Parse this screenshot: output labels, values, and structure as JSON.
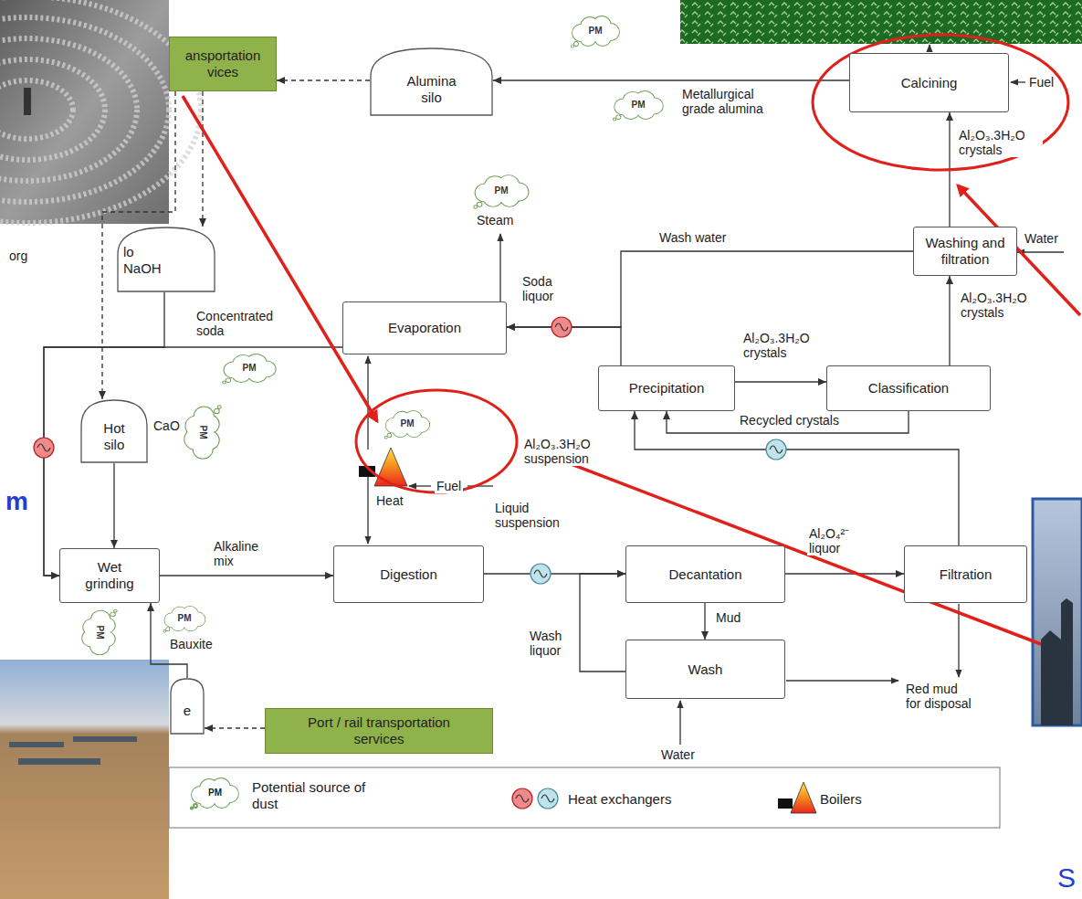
{
  "diagram": {
    "nodes": [
      {
        "text": [
          "ansportation vices"
        ]
      },
      {
        "text": [
          "PM"
        ]
      },
      {
        "text": [
          "Alumina silo"
        ]
      },
      {
        "text": [
          "PM"
        ]
      },
      {
        "text": [
          "Calcining"
        ]
      },
      {
        "text": [
          "lo NaOH"
        ]
      },
      {
        "text": [
          "PM"
        ]
      },
      {
        "text": [
          "Evaporation"
        ]
      },
      {
        "text": [
          "Washing and filtration"
        ]
      },
      {
        "text": [
          "PM"
        ]
      },
      {
        "text": [
          "Precipitation"
        ]
      },
      {
        "text": [
          "Classification"
        ]
      },
      {
        "text": [
          "Hot silo"
        ]
      },
      {
        "text": [
          "PM"
        ]
      },
      {
        "text": [
          "PM"
        ]
      },
      {
        "text": [
          "Wet grinding"
        ]
      },
      {
        "text": [
          "Digestion"
        ]
      },
      {
        "text": [
          "Decantation"
        ]
      },
      {
        "text": [
          "Filtration"
        ]
      },
      {
        "text": [
          "PM"
        ]
      },
      {
        "text": [
          "PM"
        ]
      },
      {
        "text": [
          "Wash"
        ]
      },
      {
        "text": [
          "e"
        ]
      },
      {
        "text": [
          "Port / rail transportation services"
        ]
      }
    ],
    "edges": [
      {
        "from": 2,
        "to": 0,
        "arrow": "to"
      },
      {
        "from": 0,
        "to": 5,
        "arrow": "to"
      },
      {
        "from": 0,
        "to": 12,
        "arrow": "to"
      },
      {
        "from": 4,
        "to": 2,
        "label": "Metallurgical grade alumina",
        "arrow": "to"
      },
      {
        "from": 8,
        "to": 4,
        "label": "Al₂O₃.3H₂O crystals",
        "arrow": "to"
      },
      {
        "from": 11,
        "to": 8,
        "label": "Al₂O₃.3H₂O crystals",
        "arrow": "to"
      },
      {
        "from": 10,
        "to": 11,
        "label": "Al₂O₃.3H₂O crystals",
        "arrow": "to"
      },
      {
        "from": 11,
        "to": 10,
        "label": "Recycled crystals",
        "arrow": "to"
      },
      {
        "from": 18,
        "to": 10,
        "label": "Al₂O₃.3H₂O suspension",
        "arrow": "to"
      },
      {
        "from": 8,
        "to": 7,
        "label": "Wash water",
        "arrow": "to"
      },
      {
        "from": 10,
        "to": 7,
        "label": "Soda liquor",
        "arrow": "to"
      },
      {
        "from": 7,
        "to": 15,
        "label": "Concentrated soda",
        "arrow": "to"
      },
      {
        "from": 5,
        "to": 15,
        "arrow": "to"
      },
      {
        "from": 12,
        "to": 15,
        "label": "CaO",
        "arrow": "to"
      },
      {
        "from": 22,
        "to": 15,
        "label": "Bauxite",
        "arrow": "to"
      },
      {
        "from": 23,
        "to": 22,
        "arrow": "to"
      },
      {
        "from": 15,
        "to": 16,
        "label": "Alkaline mix",
        "arrow": "to"
      },
      {
        "from": 16,
        "to": 17,
        "label": "Liquid suspension",
        "arrow": "to"
      },
      {
        "from": 17,
        "to": 18,
        "label": "Al₂O₄²⁻ liquor",
        "arrow": "to"
      },
      {
        "from": 17,
        "to": 21,
        "label": "Mud",
        "arrow": "to"
      },
      {
        "from": 21,
        "to": 17,
        "label": "Wash liquor",
        "arrow": "to"
      }
    ],
    "labels": [
      "Fuel",
      "Steam",
      "Water",
      "org",
      "Fuel",
      "Heat",
      "m",
      "Red mud for disposal",
      "Water",
      "PM",
      "S"
    ],
    "legend": [
      {
        "text": "Potential source of dust"
      },
      {
        "text": "Heat exchangers"
      },
      {
        "text": "Boilers"
      }
    ]
  }
}
